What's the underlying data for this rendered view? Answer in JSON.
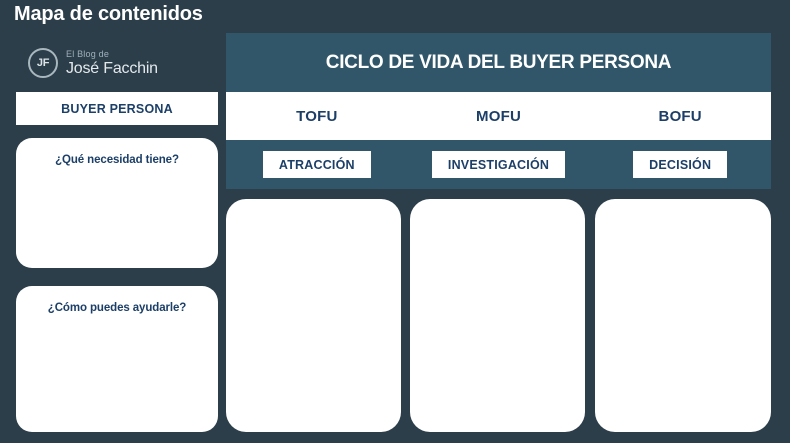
{
  "page": {
    "title": "Mapa de contenidos",
    "bg_color": "#2c3e4a",
    "panel_color": "#31566a",
    "text_accent_color": "#1c3f68",
    "card_color": "#ffffff"
  },
  "brand": {
    "monogram": "JF",
    "line1": "El Blog de",
    "line2": "José Facchin"
  },
  "sidebar": {
    "header_label": "BUYER PERSONA",
    "cards": [
      {
        "question": "¿Qué necesidad tiene?"
      },
      {
        "question": "¿Cómo puedes ayudarle?"
      }
    ]
  },
  "cycle": {
    "title": "CICLO DE VIDA DEL BUYER PERSONA",
    "stages": [
      {
        "name": "TOFU",
        "pill": "ATRACCIÓN",
        "content": ""
      },
      {
        "name": "MOFU",
        "pill": "INVESTIGACIÓN",
        "content": ""
      },
      {
        "name": "BOFU",
        "pill": "DECISIÓN",
        "content": ""
      }
    ]
  }
}
